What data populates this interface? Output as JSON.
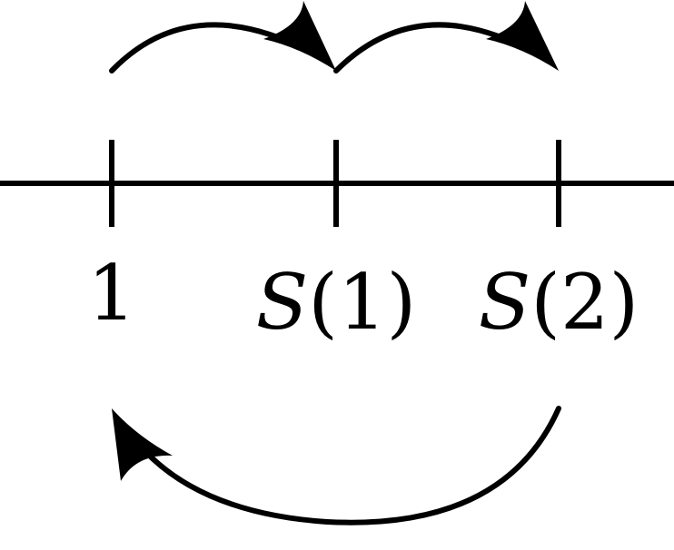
{
  "diagram": {
    "labels": {
      "point_1": "1",
      "point_s1_func": "S",
      "point_s1_arg": "(1)",
      "point_s2_func": "S",
      "point_s2_arg": "(2)"
    }
  }
}
